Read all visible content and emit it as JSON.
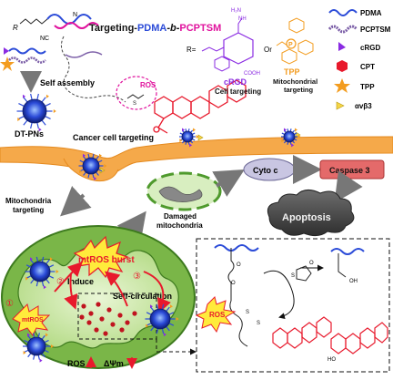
{
  "title": {
    "prefix": "Targeting-",
    "pdma": "PDMA",
    "dash": "-b-",
    "pcptsm": "PCPTSM"
  },
  "polymer": {
    "r_label": "R",
    "nc_label": "NC",
    "o_label": "O",
    "n_label": "N"
  },
  "r_definition": {
    "r_eq": "R=",
    "or": "Or",
    "crgd": "cRGD",
    "crgd_caption": "Cell targeting",
    "tpp": "TPP",
    "tpp_caption_1": "Mitochondrial",
    "tpp_caption_2": "targeting",
    "cooh": "COOH",
    "h2n": "H₂N",
    "nh": "NH"
  },
  "legend": [
    {
      "label": "PDMA"
    },
    {
      "label": "PCPTSM"
    },
    {
      "label": "cRGD"
    },
    {
      "label": "CPT"
    },
    {
      "label": "TPP"
    },
    {
      "label": "αvβ3"
    }
  ],
  "labels": {
    "ros": "ROS",
    "self_assembly": "Self assembly",
    "dt_pns": "DT-PNs",
    "cancer_cell_targeting": "Cancer cell targeting",
    "mito_targeting_1": "Mitochondria",
    "mito_targeting_2": "targeting",
    "damaged_1": "Damaged",
    "damaged_2": "mitochondria",
    "cyto_c": "Cyto c",
    "caspase": "Caspase 3",
    "apoptosis": "Apoptosis",
    "mtros_burst": "mtROS burst",
    "induce": "Induce",
    "self_circulation": "Self-circulation",
    "mtros": "mtROS",
    "step1": "①",
    "step2": "②",
    "step3": "③",
    "ros_up": "ROS",
    "delta_psi": "ΔΨm",
    "ros_inset": "ROS",
    "oh": "OH",
    "s_inset": "S",
    "ho": "HO",
    "o_inset": "O"
  },
  "colors": {
    "pdma_blue": "#2b4bd8",
    "pcptsm_purple": "#7b5ea7",
    "crgd_purple": "#8a2be2",
    "cpt_red": "#e8192c",
    "tpp_orange": "#f39c1f",
    "integrin_yellow": "#f5d547",
    "membrane_orange": "#f5a94a",
    "mito_green": "#7ab648",
    "caspase_red": "#e46a6a",
    "title_magenta": "#e0119d"
  }
}
